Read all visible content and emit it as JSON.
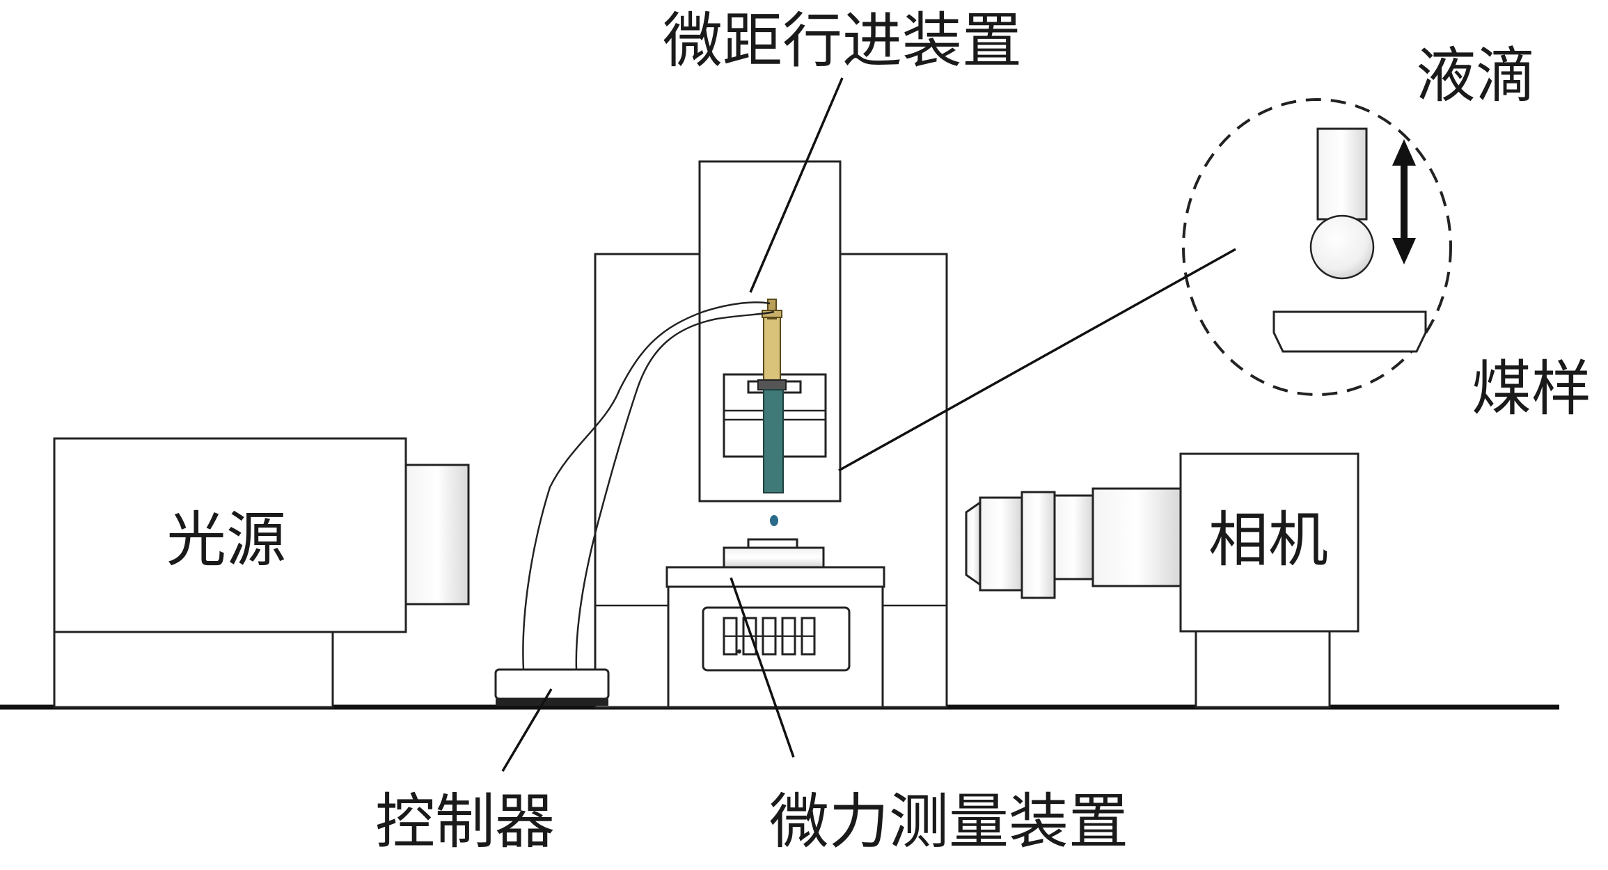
{
  "labels": {
    "micro_advance": "微距行进装置",
    "droplet": "液滴",
    "coal_sample": "煤样",
    "light_source": "光源",
    "camera": "相机",
    "controller": "控制器",
    "micro_force": "微力测量装置"
  },
  "display_digits": "88888",
  "colors": {
    "line": "#222222",
    "syringe_body": "#d9c27a",
    "needle": "#3f7a78",
    "drop": "#2a6b8a"
  }
}
